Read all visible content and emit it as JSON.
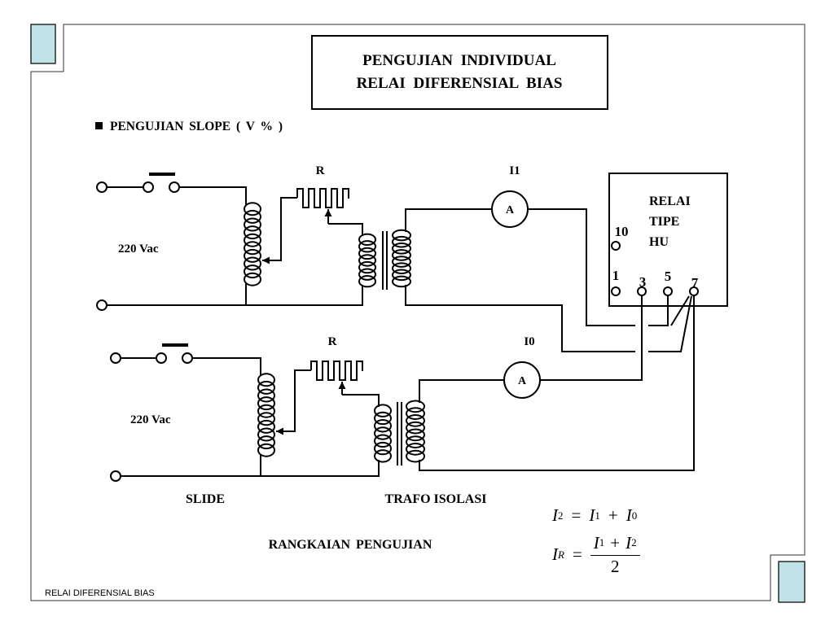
{
  "slide": {
    "title": {
      "line1": "PENGUJIAN INDIVIDUAL",
      "line2": "RELAI DIFERENSIAL BIAS"
    },
    "section_heading": "PENGUJIAN SLOPE ( V % )",
    "footer": "RELAI DIFERENSIAL BIAS"
  },
  "diagram": {
    "upper_circuit": {
      "supply_label": "220 Vac",
      "resistor_label": "R",
      "current_label": "I1",
      "ammeter_symbol": "A"
    },
    "lower_circuit": {
      "supply_label": "220 Vac",
      "resistor_label": "R",
      "current_label": "I0",
      "ammeter_symbol": "A"
    },
    "relay": {
      "name_lines": [
        "RELAI",
        "TIPE",
        "HU"
      ],
      "terminals": [
        "10",
        "1",
        "3",
        "5",
        "7"
      ]
    },
    "captions": {
      "slide": "SLIDE",
      "isolation_transformer": "TRAFO ISOLASI",
      "circuit": "RANGKAIAN PENGUJIAN"
    }
  },
  "formulas": {
    "current_sum": {
      "lhs": "I",
      "lhs_sub": "2",
      "equals": "=",
      "term1": "I",
      "term1_sub": "1",
      "plus": "+",
      "term2": "I",
      "term2_sub": "0"
    },
    "restraint_current": {
      "lhs": "I",
      "lhs_sub": "R",
      "equals": "=",
      "num_term1": "I",
      "num_term1_sub": "1",
      "num_plus": "+",
      "num_term2": "I",
      "num_term2_sub": "2",
      "denominator": "2"
    }
  },
  "icons": {
    "section_bullet": "black-square-bullet"
  },
  "colors": {
    "corner_square_fill": "#bfe3e8"
  }
}
